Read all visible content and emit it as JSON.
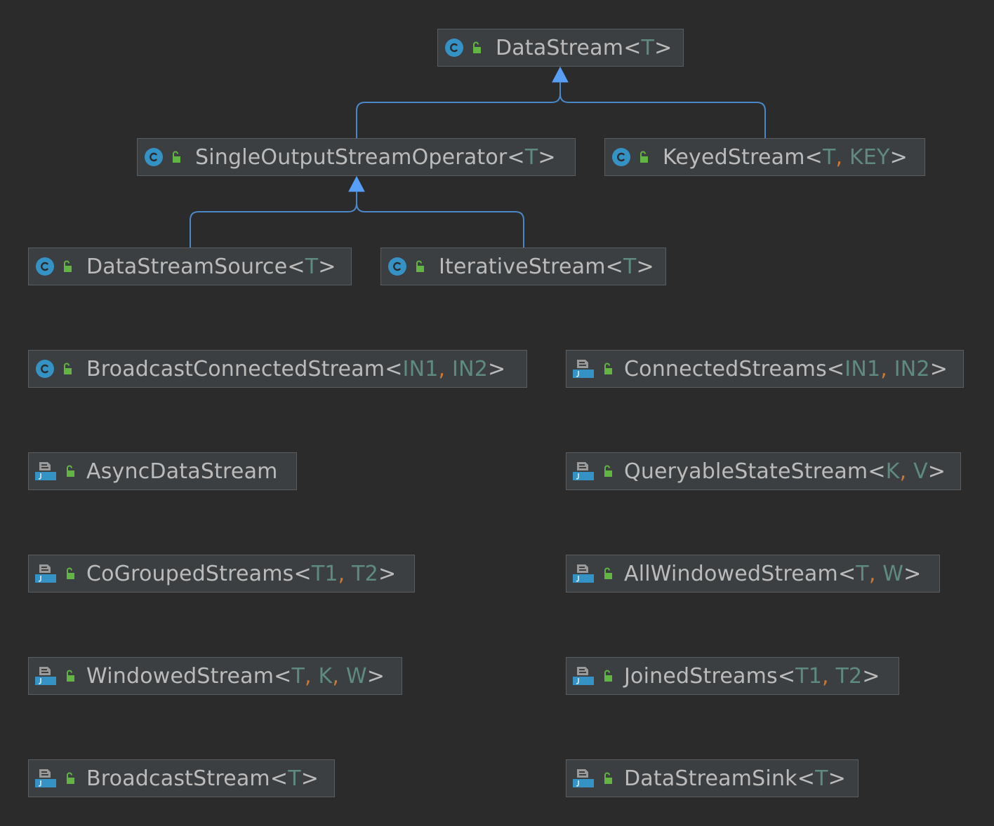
{
  "colors": {
    "background": "#2b2b2b",
    "node_fill": "#3c3f41",
    "node_border": "#5b5e60",
    "text": "#bbbbbb",
    "type_param": "#5e8a80",
    "comma": "#cc7832",
    "edge": "#4a88c7",
    "arrow_fill": "#589df6",
    "class_icon": "#3592c4",
    "lock_icon": "#62b543"
  },
  "nodes": [
    {
      "id": "datastream",
      "icon": "class-icon",
      "name": "DataStream",
      "params": [
        "T"
      ]
    },
    {
      "id": "singleoutput",
      "icon": "class-icon",
      "name": "SingleOutputStreamOperator",
      "params": [
        "T"
      ]
    },
    {
      "id": "keyedstream",
      "icon": "class-icon",
      "name": "KeyedStream",
      "params": [
        "T",
        "KEY"
      ]
    },
    {
      "id": "datastreamsource",
      "icon": "class-icon",
      "name": "DataStreamSource",
      "params": [
        "T"
      ]
    },
    {
      "id": "iterativestream",
      "icon": "class-icon",
      "name": "IterativeStream",
      "params": [
        "T"
      ]
    },
    {
      "id": "broadcastconnected",
      "icon": "class-icon",
      "name": "BroadcastConnectedStream",
      "params": [
        "IN1",
        "IN2"
      ]
    },
    {
      "id": "connectedstreams",
      "icon": "java-class-icon",
      "name": "ConnectedStreams",
      "params": [
        "IN1",
        "IN2"
      ]
    },
    {
      "id": "asyncdatastream",
      "icon": "java-class-icon",
      "name": "AsyncDataStream",
      "params": []
    },
    {
      "id": "queryable",
      "icon": "java-class-icon",
      "name": "QueryableStateStream",
      "params": [
        "K",
        "V"
      ]
    },
    {
      "id": "cogrouped",
      "icon": "java-class-icon",
      "name": "CoGroupedStreams",
      "params": [
        "T1",
        "T2"
      ]
    },
    {
      "id": "allwindowed",
      "icon": "java-class-icon",
      "name": "AllWindowedStream",
      "params": [
        "T",
        "W"
      ]
    },
    {
      "id": "windowed",
      "icon": "java-class-icon",
      "name": "WindowedStream",
      "params": [
        "T",
        "K",
        "W"
      ]
    },
    {
      "id": "joined",
      "icon": "java-class-icon",
      "name": "JoinedStreams",
      "params": [
        "T1",
        "T2"
      ]
    },
    {
      "id": "broadcaststream",
      "icon": "java-class-icon",
      "name": "BroadcastStream",
      "params": [
        "T"
      ]
    },
    {
      "id": "sink",
      "icon": "java-class-icon",
      "name": "DataStreamSink",
      "params": [
        "T"
      ]
    }
  ],
  "edges": [
    {
      "from": "singleoutput",
      "to": "datastream",
      "kind": "extends"
    },
    {
      "from": "keyedstream",
      "to": "datastream",
      "kind": "extends"
    },
    {
      "from": "datastreamsource",
      "to": "singleoutput",
      "kind": "extends"
    },
    {
      "from": "iterativestream",
      "to": "singleoutput",
      "kind": "extends"
    }
  ]
}
